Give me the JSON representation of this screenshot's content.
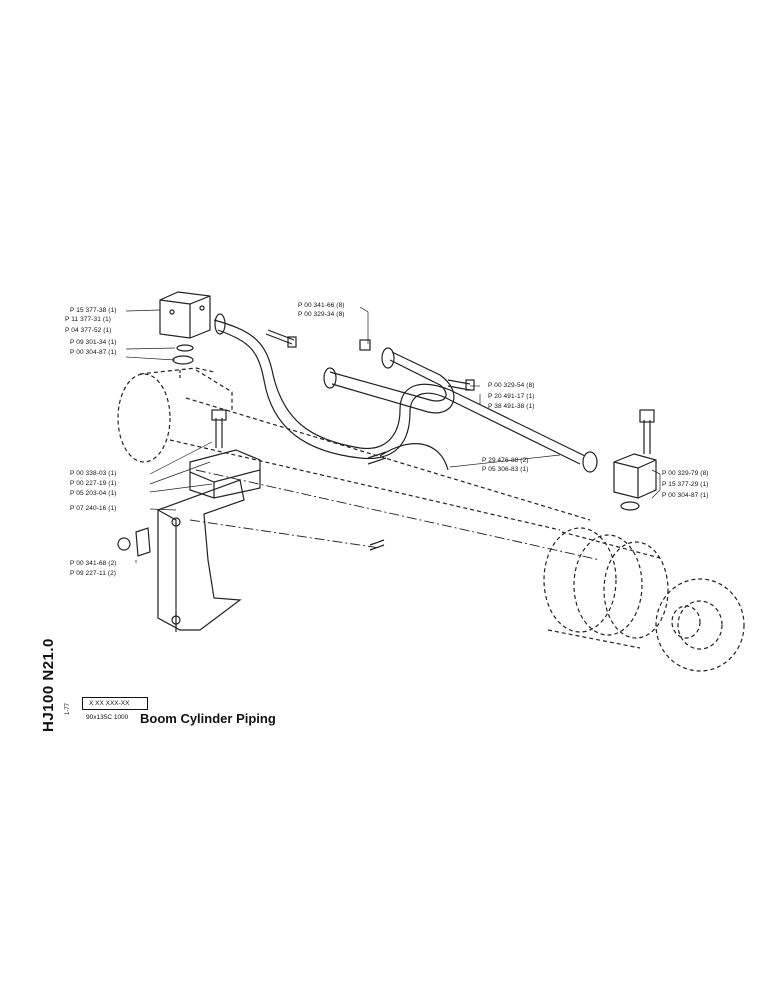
{
  "side_code": "HJ100 N21.0",
  "revision": "1-77",
  "code_box": "X XX XXX-XX",
  "scale_text": "90x135C 1000",
  "title": "Boom Cylinder Piping",
  "callouts": [
    "P 15 377-38 (1)",
    "P 11 377-31 (1)",
    "P 04 377-52 (1)",
    "P 09 301-34 (1)",
    "P 00 304-87 (1)",
    "P 00 341-66 (8)",
    "P 00 329-34 (8)",
    "P 00 329-54 (8)",
    "P 20 491-17 (1)",
    "P 38 491-38 (1)",
    "P 29 476-88 (2)",
    "P 05 306-83 (1)",
    "P 00 329-79 (8)",
    "P 15 377-29 (1)",
    "P 00 304-87 (1)",
    "P 00 338-03 (1)",
    "P 00 227-19 (1)",
    "P 05 203-04 (1)",
    "P 07 240-16 (1)",
    "P 00 341-68 (2)",
    "P 09 227-11 (2)"
  ]
}
